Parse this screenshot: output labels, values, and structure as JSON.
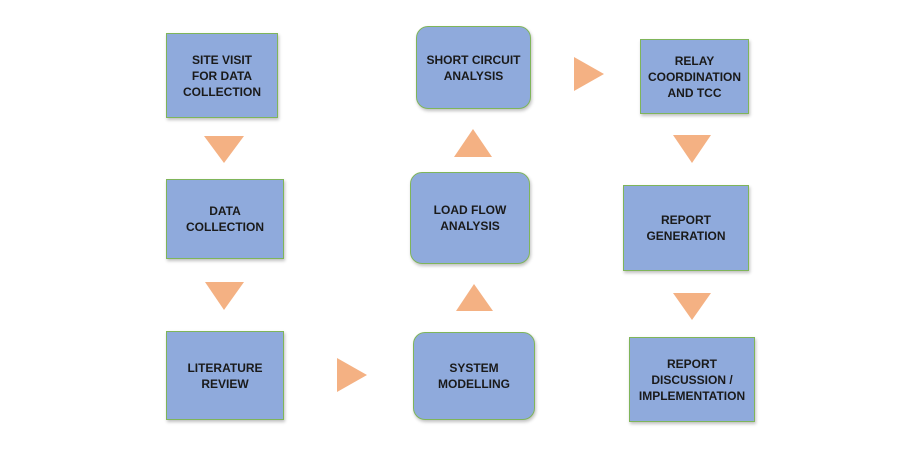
{
  "steps": {
    "site_visit": "SITE VISIT\nFOR DATA\nCOLLECTION",
    "data_collection": "DATA COLLECTION",
    "literature_review": "LITERATURE\nREVIEW",
    "system_modelling": "SYSTEM\nMODELLING",
    "load_flow": "LOAD FLOW\nANALYSIS",
    "short_circuit": "SHORT CIRCUIT\nANALYSIS",
    "relay_coordination": "RELAY\nCOORDINATION\nAND TCC",
    "report_generation": "REPORT\nGENERATION",
    "report_discussion": "REPORT\nDISCUSSION /\nIMPLEMENTATION"
  },
  "colors": {
    "box_fill": "#8faadc",
    "box_border": "#7fb55a",
    "arrow": "#f4b183"
  }
}
